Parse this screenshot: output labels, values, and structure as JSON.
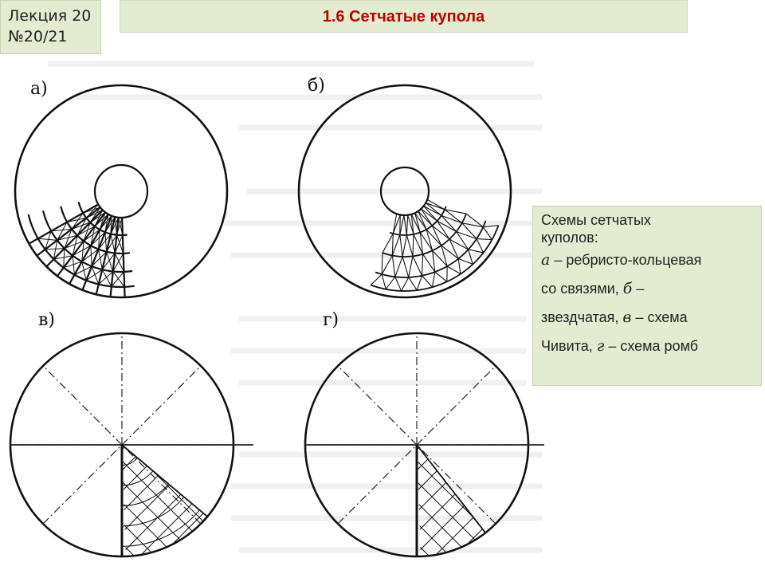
{
  "lecture": {
    "line1": "Лекция 20",
    "line2": "№20/21"
  },
  "slide_title": "1.6 Сетчатые купола",
  "description": {
    "heading_line1": "Схемы сетчатых",
    "heading_line2": "куполов:",
    "items": [
      {
        "letter": "а",
        "text": " – ребристо-кольцевая"
      },
      {
        "prefix": "со связями, ",
        "letter": "б",
        "text": " –"
      },
      {
        "prefix": "звездчатая, ",
        "letter": "в",
        "text": " – схема"
      },
      {
        "prefix": "Чивита, ",
        "letter": "г",
        "text": " – схема ромб"
      }
    ]
  },
  "panels": {
    "a": "а)",
    "b": "б)",
    "v": "в)",
    "g": "г)"
  },
  "colors": {
    "panel_bg": "#e3ecd1",
    "title": "#c00000",
    "ink": "#111111"
  }
}
